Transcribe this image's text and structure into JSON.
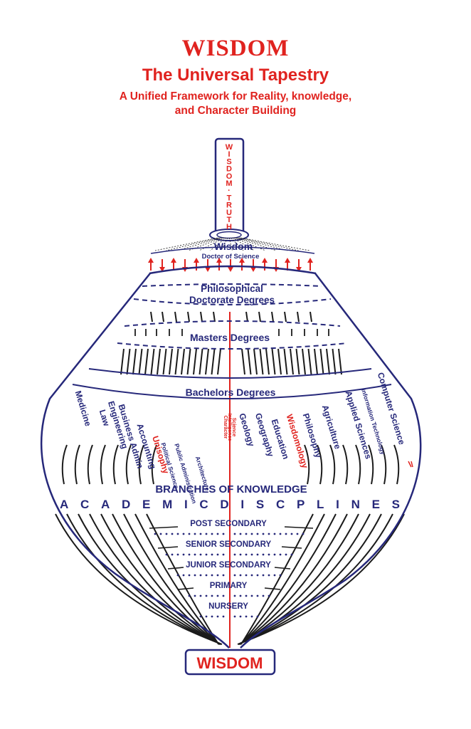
{
  "header": {
    "title": "WISDOM",
    "subtitle": "The Universal Tapestry",
    "tagline_line1": "A Unified Framework for Reality, knowledge,",
    "tagline_line2": "and Character Building"
  },
  "pillar": {
    "letters": [
      "W",
      "I",
      "S",
      "D",
      "O",
      "M",
      "·",
      "T",
      "R",
      "U",
      "T",
      "H"
    ]
  },
  "levels": {
    "crown_title": "Wisdom",
    "crown_subtitle": "Doctor of Science",
    "phd_line1": "Philosophical",
    "phd_line2": "Doctorate Degrees",
    "masters": "Masters Degrees",
    "bachelors": "Bachelors Degrees",
    "branches": "BRANCHES OF KNOWLEDGE",
    "academic": "ACADEMICDISCPLINES",
    "post_secondary": "POST SECONDARY",
    "senior_secondary": "SENIOR SECONDARY",
    "junior_secondary": "JUNIOR SECONDARY",
    "primary": "PRIMARY",
    "nursery": "NURSERY",
    "base": "WISDOM"
  },
  "disciplines_left": [
    {
      "label": "Medicine",
      "red": false,
      "small": false
    },
    {
      "label": "Law",
      "red": false,
      "small": false
    },
    {
      "label": "Engineering",
      "red": false,
      "small": false
    },
    {
      "label": "Business Admin",
      "red": false,
      "small": false
    },
    {
      "label": "Accounting",
      "red": false,
      "small": false
    },
    {
      "label": "Unisophy",
      "red": true,
      "small": false
    },
    {
      "label": "Political Science",
      "red": false,
      "small": true
    },
    {
      "label": "Public Administration",
      "red": false,
      "small": true
    },
    {
      "label": "Architecture",
      "red": false,
      "small": true
    }
  ],
  "discipline_center": {
    "line1": "Character",
    "line2": "Intelligence",
    "line3": "Science"
  },
  "disciplines_right": [
    {
      "label": "Geology",
      "red": false,
      "small": false
    },
    {
      "label": "Geography",
      "red": false,
      "small": false
    },
    {
      "label": "Education",
      "red": false,
      "small": false
    },
    {
      "label": "Wisdomology",
      "red": true,
      "small": false
    },
    {
      "label": "Philosophy",
      "red": false,
      "small": false
    },
    {
      "label": "Agriculture",
      "red": false,
      "small": false
    },
    {
      "label": "Applied Sciences",
      "red": false,
      "small": false
    },
    {
      "label": "Information Technology",
      "red": false,
      "small": true
    },
    {
      "label": "Computer Science",
      "red": false,
      "small": false
    }
  ],
  "colors": {
    "red": "#e0231f",
    "blue": "#26287a",
    "dark": "#1b1b1b"
  }
}
